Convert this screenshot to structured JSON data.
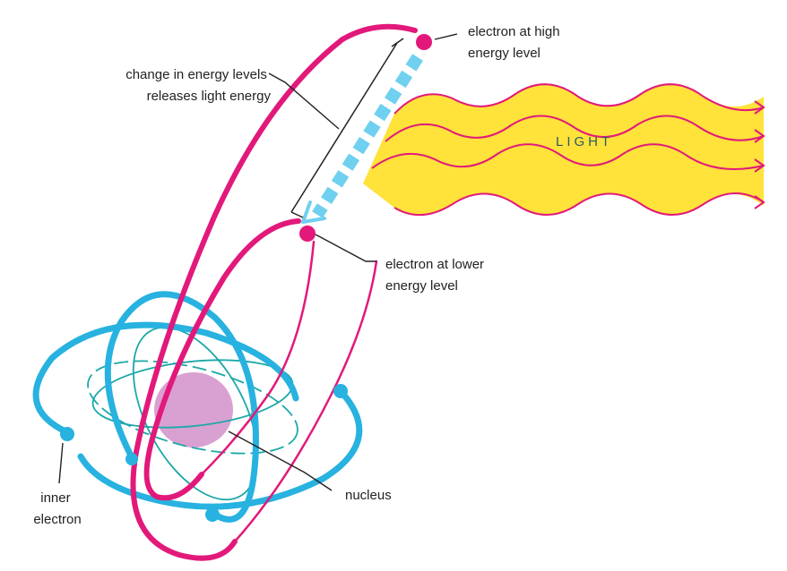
{
  "colors": {
    "outer_orbit": "#e2197a",
    "inner_orbit": "#27b2e0",
    "inner_orbit_thin": "#1ca8a8",
    "nucleus": "#d9a1d2",
    "light_fill": "#ffe23a",
    "light_wave": "#e2197a",
    "transition_arrow": "#6fd0ef",
    "leader_line": "#222222"
  },
  "icons": {
    "transition": "dashed-arrow-icon",
    "light_wave": "wave-arrow-icon"
  },
  "labels": {
    "high_electron": [
      "electron at high",
      "energy level"
    ],
    "transition": [
      "change in energy levels",
      "releases light energy"
    ],
    "light": "LIGHT",
    "low_electron": [
      "electron at lower",
      "energy level"
    ],
    "inner_electron": [
      "inner",
      "electron"
    ],
    "nucleus": "nucleus"
  }
}
